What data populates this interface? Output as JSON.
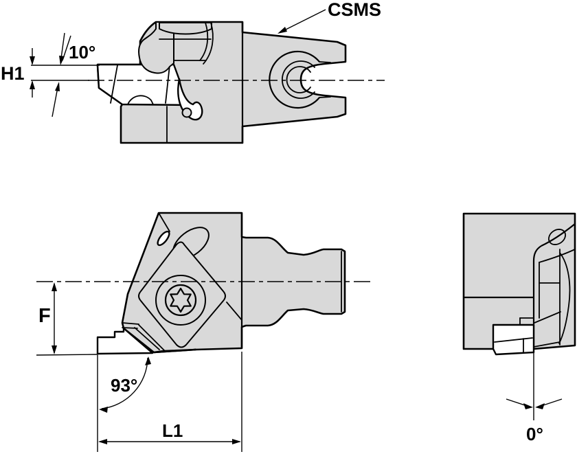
{
  "annotations": {
    "part_series": "CSMS",
    "height_dim": "H1",
    "top_rake_angle": "10°",
    "front_height_dim": "F",
    "lead_angle": "93°",
    "length_dim": "L1",
    "end_view_angle": "0°"
  },
  "colors": {
    "body_fill": "#d9d9d9",
    "line_color": "#000000",
    "background": "#ffffff"
  }
}
